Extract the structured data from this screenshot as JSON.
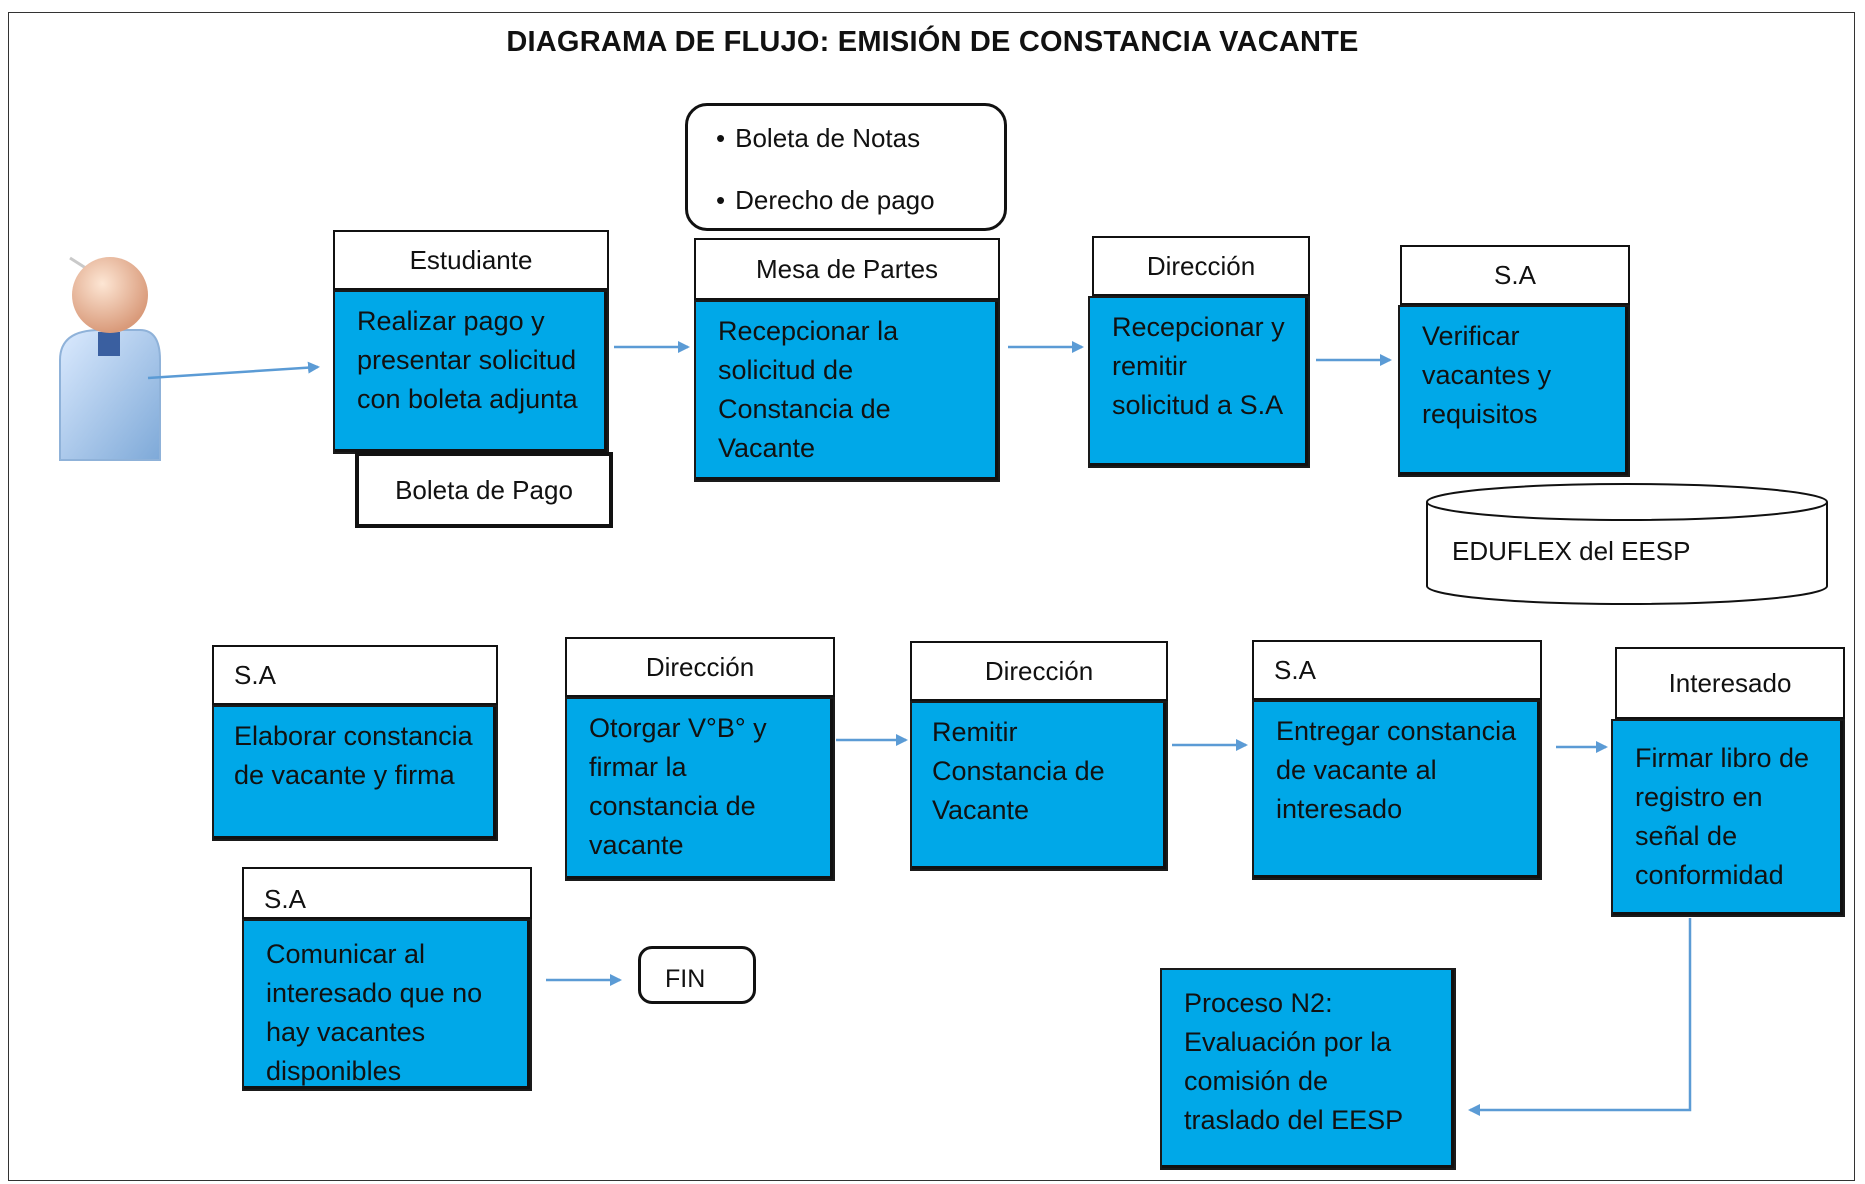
{
  "title": "DIAGRAMA DE FLUJO: EMISIÓN DE CONSTANCIA VACANTE",
  "colors": {
    "process_fill": "#00a8e8",
    "arrow": "#5b9bd5",
    "border": "#111111"
  },
  "actor": {
    "icon": "person-icon"
  },
  "documents_required": [
    "Boleta de Notas",
    "Derecho de pago"
  ],
  "row1": {
    "estudiante": {
      "role": "Estudiante",
      "action": "Realizar pago y presentar solicitud con boleta adjunta",
      "attachment": "Boleta de Pago"
    },
    "mesa_partes": {
      "role": "Mesa de Partes",
      "action": "Recepcionar la solicitud de Constancia de Vacante"
    },
    "direccion": {
      "role": "Dirección",
      "action": "Recepcionar y remitir solicitud a S.A"
    },
    "sa": {
      "role": "S.A",
      "action": "Verificar vacantes y requisitos",
      "database": "EDUFLEX del EESP"
    }
  },
  "row2": {
    "sa_elaborar": {
      "role": "S.A",
      "action": "Elaborar constancia de vacante y firma"
    },
    "direccion_otorgar": {
      "role": "Dirección",
      "action": "Otorgar V°B° y firmar la constancia de vacante"
    },
    "direccion_remitir": {
      "role": "Dirección",
      "action": "Remitir Constancia de Vacante"
    },
    "sa_entregar": {
      "role": "S.A",
      "action": "Entregar constancia de vacante al interesado"
    },
    "interesado": {
      "role": "Interesado",
      "action": "Firmar libro de registro en señal de conformidad"
    }
  },
  "row3": {
    "sa_comunicar": {
      "role": "S.A",
      "action": "Comunicar al interesado que no hay vacantes disponibles"
    },
    "fin": "FIN",
    "proceso_n2": "Proceso N2: Evaluación por la comisión de traslado del EESP"
  }
}
